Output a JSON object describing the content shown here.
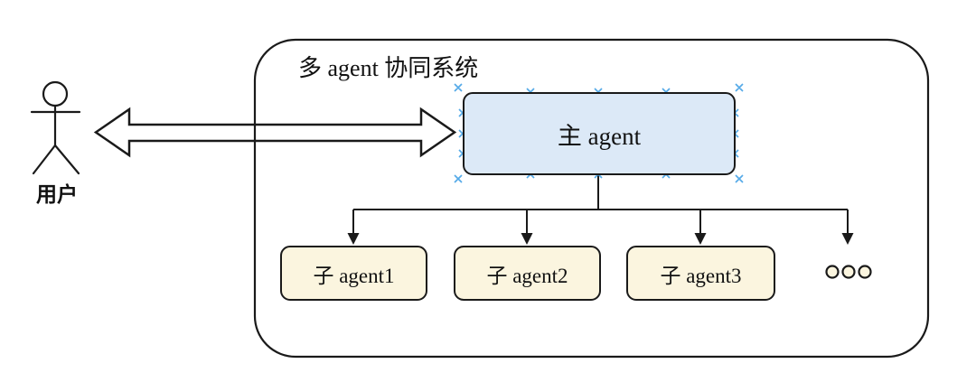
{
  "diagram": {
    "container_title": "多 agent 协同系统",
    "user": {
      "label": "用户"
    },
    "main_agent": {
      "label": "主 agent"
    },
    "sub_agents": [
      {
        "label": "子 agent1"
      },
      {
        "label": "子 agent2"
      },
      {
        "label": "子 agent3"
      }
    ],
    "ellipsis": "○○○",
    "colors": {
      "stroke": "#1a1a1a",
      "main_agent_fill": "#dce9f7",
      "sub_agent_fill": "#fbf5df",
      "connection_point": "#55aae8",
      "background": "#ffffff"
    }
  }
}
